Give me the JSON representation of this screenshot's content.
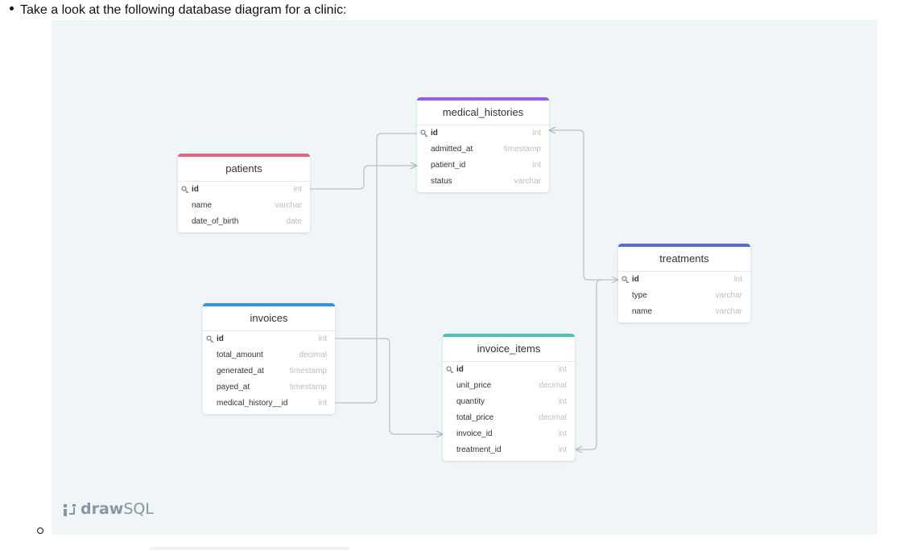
{
  "intro": "Take a look at the following database diagram for a clinic:",
  "colors": {
    "patients": "#ec5f84",
    "medical_histories": "#9a5de8",
    "treatments": "#5a6bd6",
    "invoices": "#3b8fdd",
    "invoice_items": "#49c1b3"
  },
  "tables": {
    "medical_histories": {
      "name": "medical_histories",
      "fields": [
        {
          "name": "id",
          "type": "int"
        },
        {
          "name": "admitted_at",
          "type": "timestamp"
        },
        {
          "name": "patient_id",
          "type": "int"
        },
        {
          "name": "status",
          "type": "varchar"
        }
      ]
    },
    "patients": {
      "name": "patients",
      "fields": [
        {
          "name": "id",
          "type": "int"
        },
        {
          "name": "name",
          "type": "varchar"
        },
        {
          "name": "date_of_birth",
          "type": "date"
        }
      ]
    },
    "treatments": {
      "name": "treatments",
      "fields": [
        {
          "name": "id",
          "type": "int"
        },
        {
          "name": "type",
          "type": "varchar"
        },
        {
          "name": "name",
          "type": "varchar"
        }
      ]
    },
    "invoices": {
      "name": "invoices",
      "fields": [
        {
          "name": "id",
          "type": "int"
        },
        {
          "name": "total_amount",
          "type": "decimal"
        },
        {
          "name": "generated_at",
          "type": "timestamp"
        },
        {
          "name": "payed_at",
          "type": "timestamp"
        },
        {
          "name": "medical_history__id",
          "type": "int"
        }
      ]
    },
    "invoice_items": {
      "name": "invoice_items",
      "fields": [
        {
          "name": "id",
          "type": "int"
        },
        {
          "name": "unit_price",
          "type": "decimal"
        },
        {
          "name": "quantity",
          "type": "int"
        },
        {
          "name": "total_price",
          "type": "decimal"
        },
        {
          "name": "invoice_id",
          "type": "int"
        },
        {
          "name": "treatment_id",
          "type": "int"
        }
      ]
    }
  },
  "logo": {
    "bold": "draw",
    "light": "SQL"
  }
}
